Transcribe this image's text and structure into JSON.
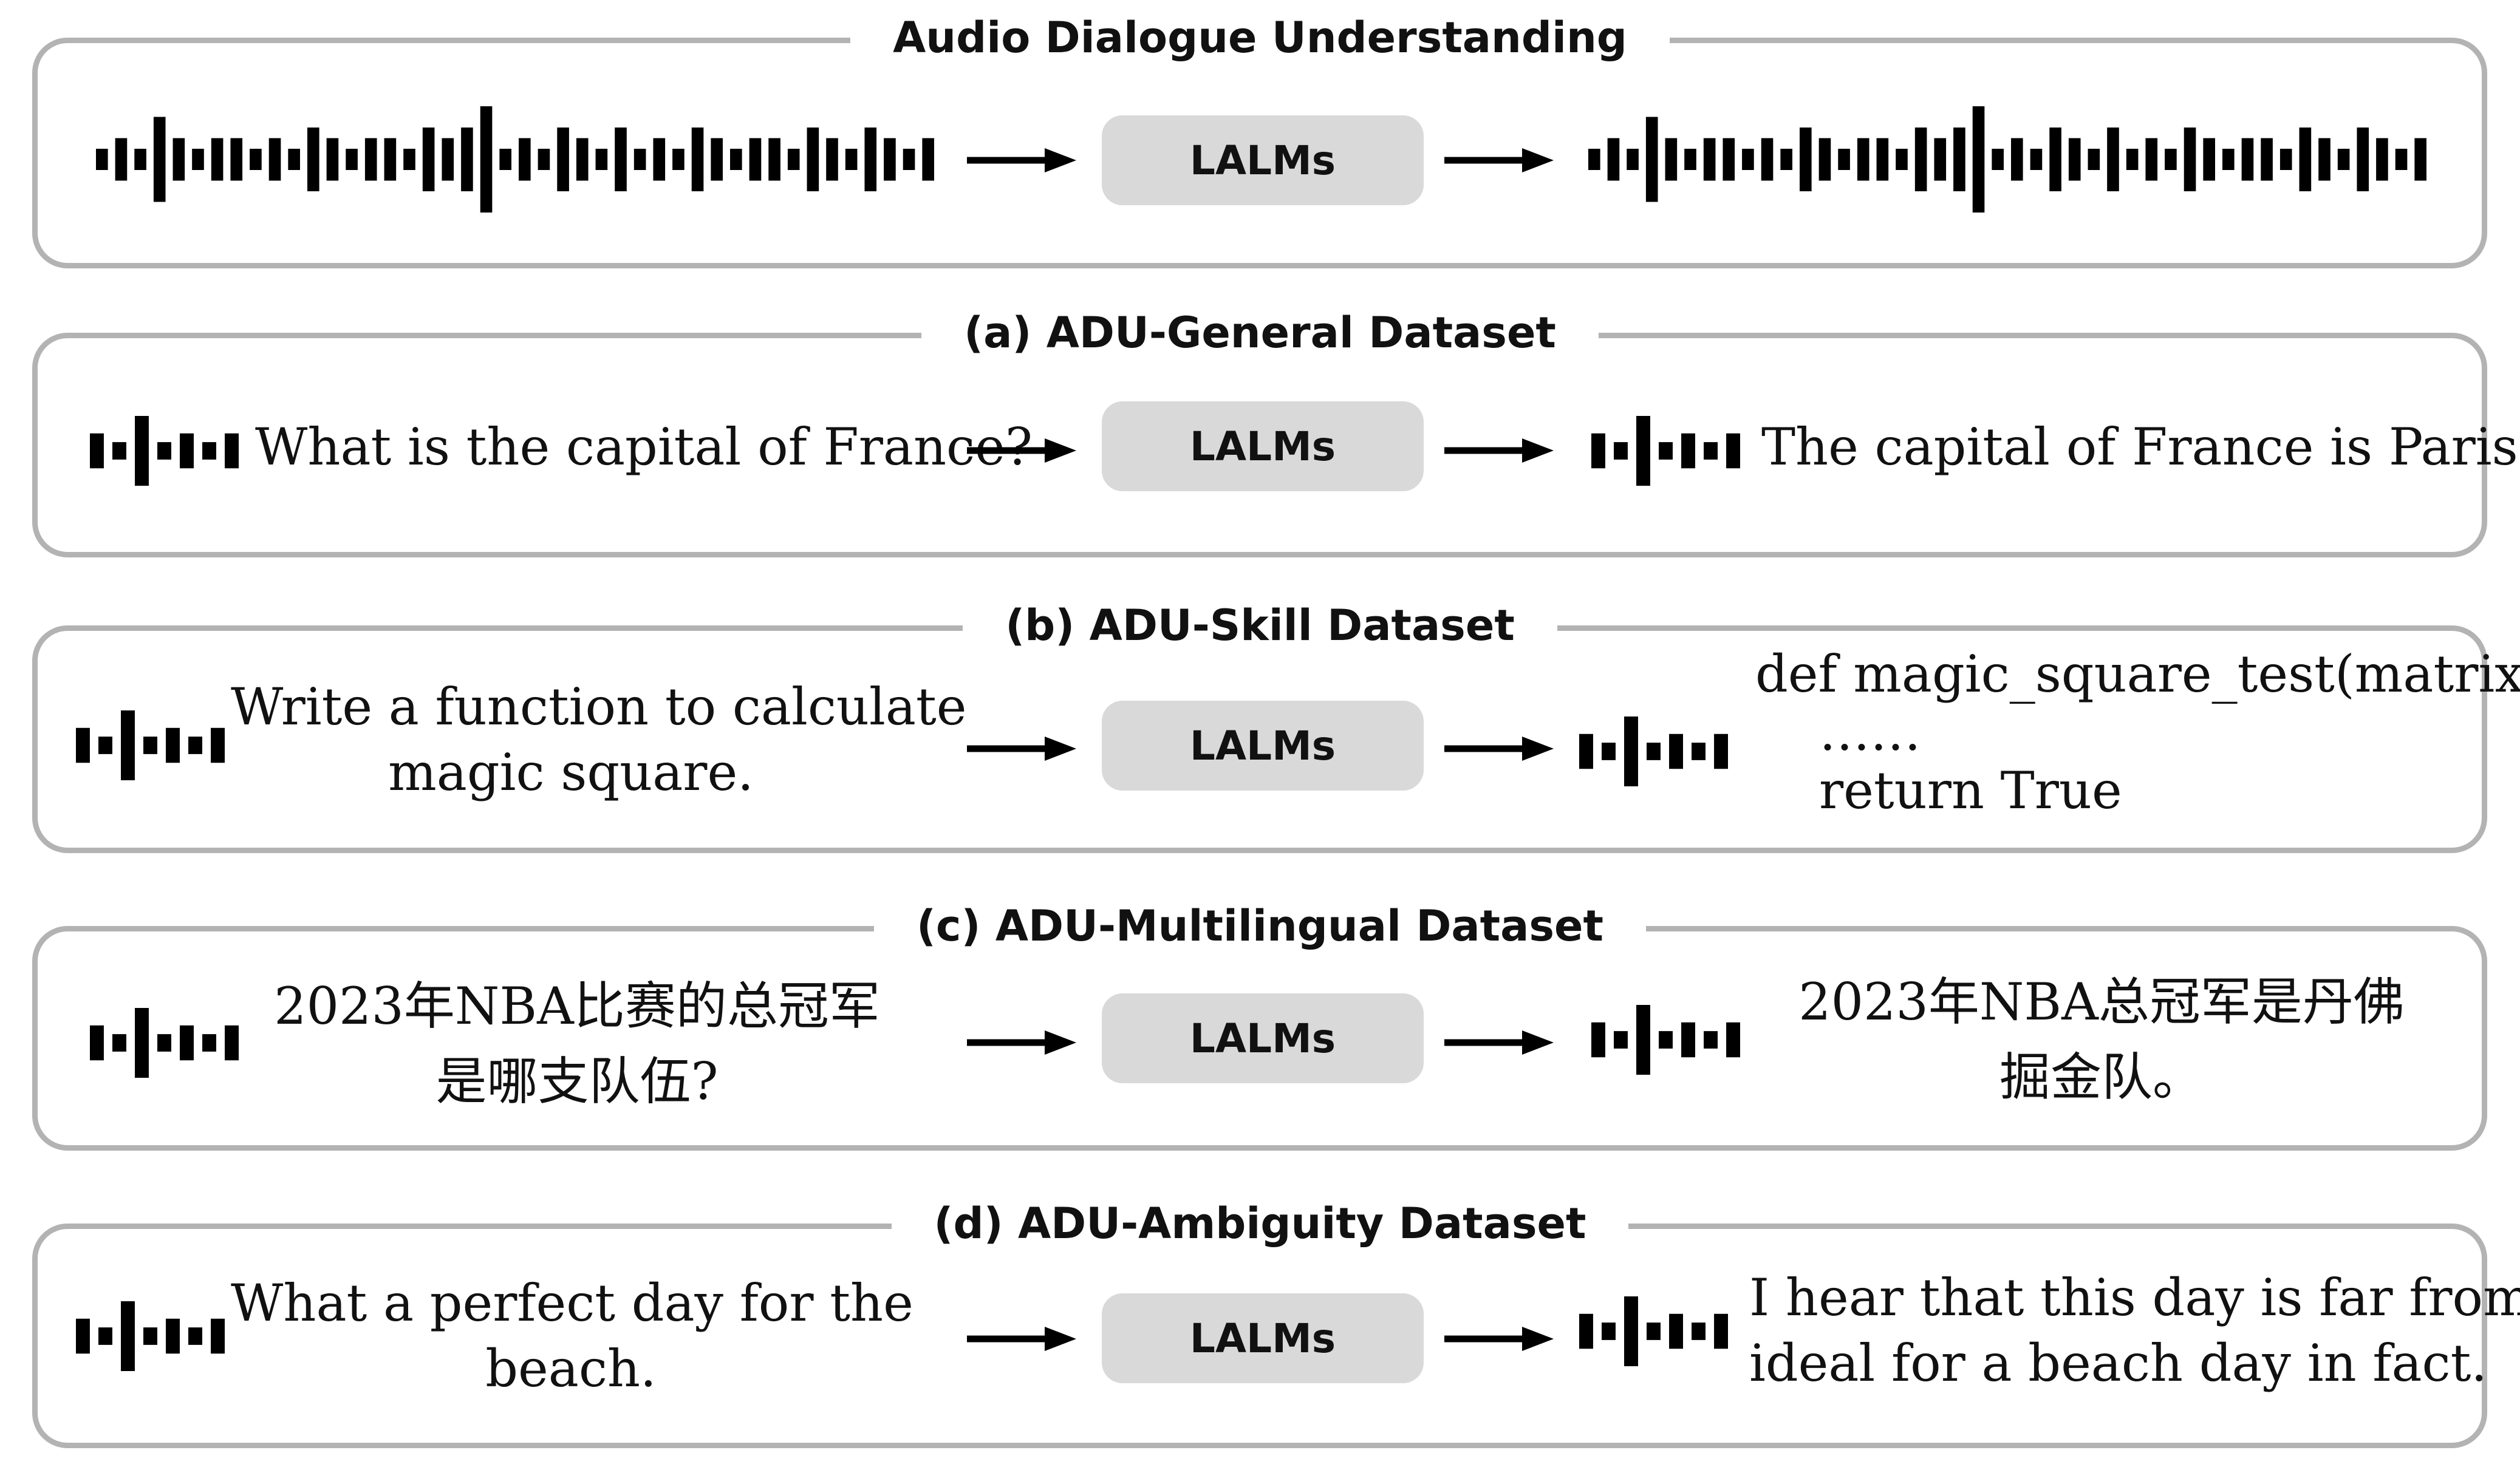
{
  "figure": {
    "top": {
      "title": "Audio Dialogue Understanding",
      "model_label": "LALMs"
    },
    "panels": [
      {
        "title": "(a) ADU-General Dataset",
        "input_lines": [
          "What is the capital of France?"
        ],
        "model_label": "LALMs",
        "output_lines": [
          "The capital of France is Paris."
        ]
      },
      {
        "title": "(b) ADU-Skill Dataset",
        "input_lines": [
          "Write a function to calculate",
          "magic square."
        ],
        "model_label": "LALMs",
        "output_lines": [
          "def magic_square_test(matrix):",
          "……",
          "return True"
        ]
      },
      {
        "title": "(c) ADU-Multilingual Dataset",
        "input_lines": [
          "2023年NBA比赛的总冠军",
          "是哪支队伍?"
        ],
        "model_label": "LALMs",
        "output_lines": [
          "2023年NBA总冠军是丹佛",
          "掘金队。"
        ]
      },
      {
        "title": "(d) ADU-Ambiguity Dataset",
        "input_lines": [
          "What a perfect day for the",
          "beach."
        ],
        "model_label": "LALMs",
        "output_lines": [
          "I hear that this day is far from",
          "ideal for a beach day in fact."
        ]
      }
    ]
  },
  "icons": {
    "waveform": "audio-waveform-icon",
    "arrow": "right-arrow-icon"
  }
}
